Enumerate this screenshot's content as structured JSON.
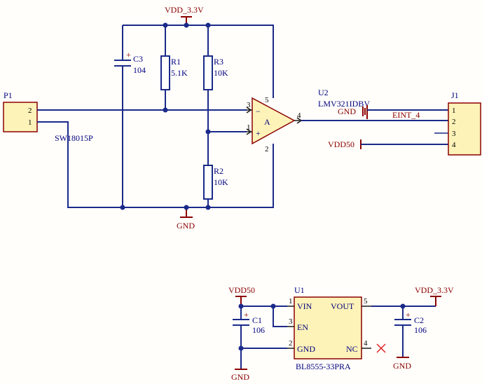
{
  "P1": {
    "designator": "P1",
    "part": "SW18015P",
    "pins": [
      "2",
      "1"
    ]
  },
  "C3": {
    "designator": "C3",
    "value": "104",
    "polarity": "+"
  },
  "R1": {
    "designator": "R1",
    "value": "5.1K"
  },
  "R3": {
    "designator": "R3",
    "value": "10K"
  },
  "R2": {
    "designator": "R2",
    "value": "10K"
  },
  "U2": {
    "designator": "U2",
    "part": "LMV321IDBV",
    "unit": "A",
    "pins": {
      "in_neg": "3",
      "in_pos": "1",
      "out": "4",
      "vdd": "5",
      "gnd": "2"
    },
    "neg_sign": "−",
    "pos_sign": "+"
  },
  "J1": {
    "designator": "J1",
    "pins": [
      "1",
      "2",
      "3",
      "4"
    ]
  },
  "U1": {
    "designator": "U1",
    "part": "BL8555-33PRA",
    "pin_names": {
      "vin": "VIN",
      "en": "EN",
      "gnd": "GND",
      "vout": "VOUT",
      "nc": "NC"
    },
    "pin_numbers": {
      "vin": "1",
      "en": "3",
      "gnd": "2",
      "vout": "5",
      "nc": "4"
    }
  },
  "C1": {
    "designator": "C1",
    "value": "106",
    "polarity": "+"
  },
  "C2": {
    "designator": "C2",
    "value": "106",
    "polarity": "+"
  },
  "nets": {
    "vdd33_top": "VDD_3.3V",
    "gnd_top": "GND",
    "gnd_j1": "GND",
    "eint4": "EINT_4",
    "vdd50_j1": "VDD50",
    "vdd50_u1": "VDD50",
    "gnd_c1": "GND",
    "gnd_c2": "GND",
    "vdd33_u1": "VDD_3.3V"
  },
  "colors": {
    "wire": "#1a2a8a",
    "power": "#8b0000",
    "body": "#fdf3b8"
  }
}
